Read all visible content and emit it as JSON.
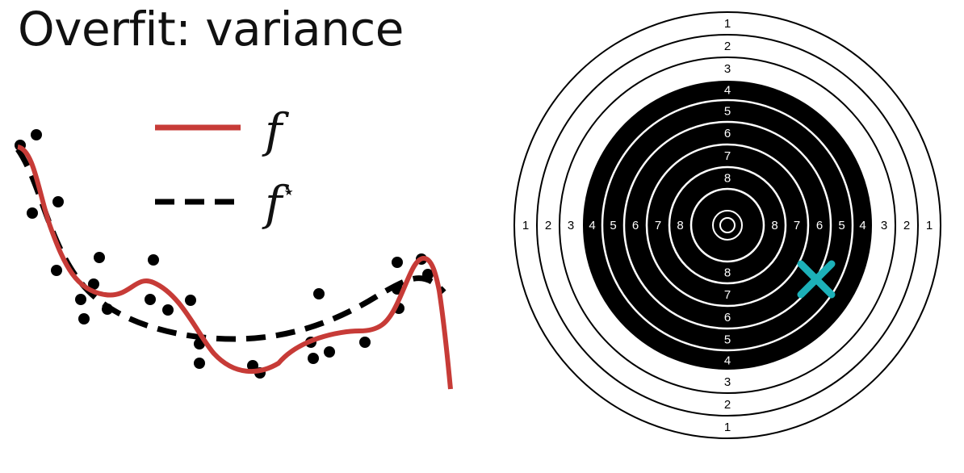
{
  "title": "Overfit: variance",
  "colors": {
    "fit": "#c73b37",
    "true_fn": "#000000",
    "points": "#000000",
    "marker": "#1cb0b8",
    "target_black": "#000000"
  },
  "legend": [
    {
      "label": "f",
      "superscript": "",
      "style": "solid-red"
    },
    {
      "label": "f",
      "superscript": "⋆",
      "style": "dashed-black"
    }
  ],
  "target": {
    "outer_ring_labels": [
      "1",
      "2",
      "3"
    ],
    "inner_ring_labels": [
      "4",
      "5",
      "6",
      "7",
      "8"
    ],
    "hit": "cross-marker"
  }
}
